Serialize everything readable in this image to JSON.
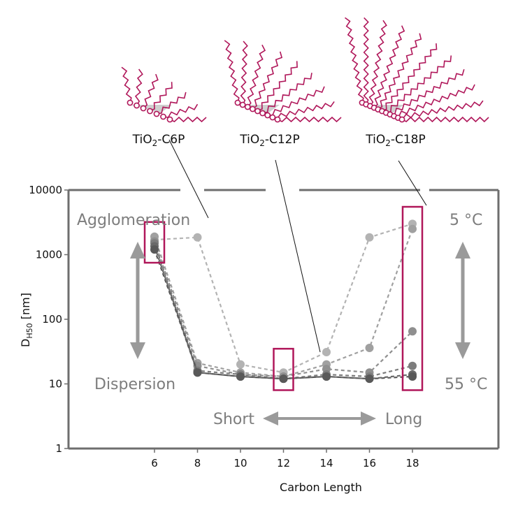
{
  "chart_data": {
    "type": "line",
    "xlabel": "Carbon Length",
    "ylabel": {
      "main": "D",
      "sub": "H50",
      "unit": " [nm]"
    },
    "x": [
      6,
      8,
      10,
      12,
      14,
      16,
      18
    ],
    "xlim": [
      2,
      22
    ],
    "ylim": [
      1,
      10000
    ],
    "yscale": "log",
    "yticks": [
      "1",
      "10",
      "100",
      "1000",
      "10000"
    ],
    "xticks": [
      "6",
      "8",
      "10",
      "12",
      "14",
      "16",
      "18"
    ],
    "grid": false,
    "series": [
      {
        "values": [
          1700,
          1850,
          20,
          15,
          31,
          1850,
          3000
        ],
        "color": "#b3b3b3"
      },
      {
        "values": [
          1900,
          21,
          15,
          13,
          20,
          36,
          2500
        ],
        "color": "#a0a0a0"
      },
      {
        "values": [
          1600,
          19,
          14,
          13,
          17,
          15,
          65
        ],
        "color": "#8f8f8f"
      },
      {
        "values": [
          1500,
          16,
          14,
          12,
          14,
          13,
          19
        ],
        "color": "#7d7d7d"
      },
      {
        "values": [
          1350,
          15,
          13,
          12,
          13,
          12,
          14
        ],
        "color": "#6a6a6a"
      },
      {
        "values": [
          1200,
          15,
          13,
          12,
          13,
          12,
          13
        ],
        "color": "#595959"
      }
    ],
    "annotations": {
      "agglomeration": "Agglomeration",
      "dispersion": "Dispersion",
      "temp_high": "5 °C",
      "temp_low": "55 °C",
      "short": "Short",
      "long": "Long"
    },
    "highlight_boxes": [
      {
        "x": 6,
        "y_range": [
          750,
          3200
        ],
        "label": "TiO2-C6P"
      },
      {
        "x": 12,
        "y_range": [
          8,
          35
        ],
        "label": "TiO2-C12P"
      },
      {
        "x": 18,
        "y_range": [
          8,
          5500
        ],
        "label": "TiO2-C18P"
      }
    ],
    "molecule_labels": [
      {
        "base": "TiO",
        "sub": "2",
        "suffix": "-C6P"
      },
      {
        "base": "TiO",
        "sub": "2",
        "suffix": "-C12P"
      },
      {
        "base": "TiO",
        "sub": "2",
        "suffix": "-C18P"
      }
    ],
    "colors": {
      "highlight": "#b0175a",
      "chain": "#b0175a",
      "particle": "#cfcfcf",
      "frame": "#6e6e6e",
      "arrow": "#9a9a9a"
    }
  }
}
